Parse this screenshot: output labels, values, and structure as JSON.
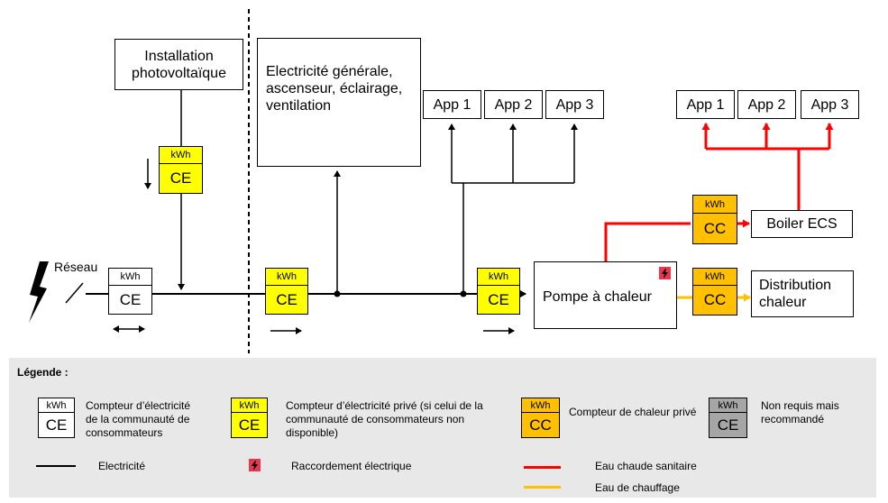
{
  "nodes": {
    "pv": "Installation photovoltaïque",
    "general": "Electricité générale, ascenseur, éclairage, ventilation",
    "app1_left": "App 1",
    "app2_left": "App 2",
    "app3_left": "App 3",
    "app1_right": "App 1",
    "app2_right": "App 2",
    "app3_right": "App 3",
    "boiler": "Boiler ECS",
    "heatpump": "Pompe à chaleur",
    "distribution": "Distribution chaleur",
    "grid": "Réseau"
  },
  "meters": {
    "unit": "kWh",
    "ce": "CE",
    "cc": "CC"
  },
  "legend": {
    "title": "Légende :",
    "ce_community": "Compteur d’électricité de la communauté de consommateurs",
    "ce_private": "Compteur d’électricité privé (si celui de la communauté de consommateurs non disponible)",
    "cc_private": "Compteur de chaleur privé",
    "optional": "Non requis mais recommandé",
    "electricity": "Electricité",
    "connection": "Raccordement électrique",
    "hot_water": "Eau chaude sanitaire",
    "heating_water": "Eau de chauffage"
  },
  "colors": {
    "community_meter": "#ffffff",
    "private_meter": "#ffff00",
    "heat_meter": "#ffc000",
    "optional_meter": "#a6a6a6",
    "hot_water_line": "#ff0000",
    "heating_line": "#ffc000",
    "electricity_line": "#000000",
    "connection_icon": "#e8384f",
    "legend_background": "#e8e8e8"
  },
  "icons": [
    "lightning-bolt-icon",
    "electrical-connection-icon",
    "arrow-icon"
  ]
}
